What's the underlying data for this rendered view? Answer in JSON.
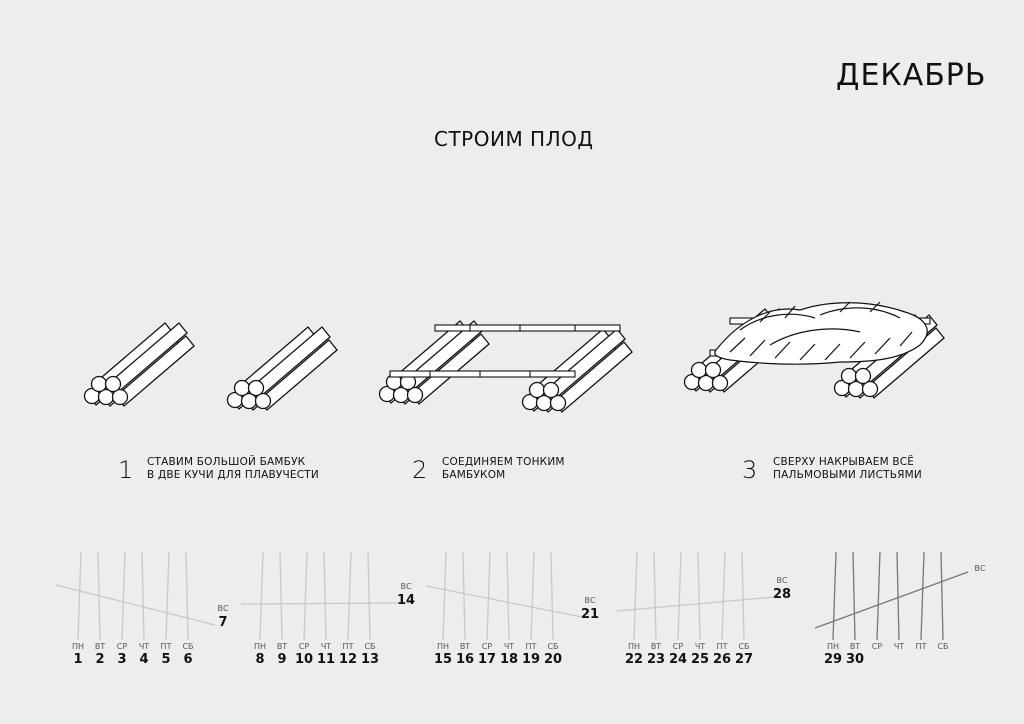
{
  "header": {
    "month": "ДЕКАБРЬ",
    "subtitle": "СТРОИМ ПЛОД"
  },
  "steps": [
    {
      "number": "1",
      "line1": "СТАВИМ БОЛЬШОЙ БАМБУК",
      "line2": "В ДВЕ КУЧИ ДЛЯ ПЛАВУЧЕСТИ"
    },
    {
      "number": "2",
      "line1": "СОЕДИНЯЕМ ТОНКИМ",
      "line2": "БАМБУКОМ"
    },
    {
      "number": "3",
      "line1": "СВЕРХУ НАКРЫВАЕМ ВСЁ",
      "line2": "ПАЛЬМОВЫМИ ЛИСТЬЯМИ"
    }
  ],
  "calendar": {
    "weeks": [
      {
        "labels": [
          "ПН",
          "ВТ",
          "СР",
          "ЧТ",
          "ПТ",
          "СБ"
        ],
        "days": [
          "1",
          "2",
          "3",
          "4",
          "5",
          "6"
        ],
        "sunday_label": "ВС",
        "sunday": "7"
      },
      {
        "labels": [
          "ПН",
          "ВТ",
          "СР",
          "ЧТ",
          "ПТ",
          "СБ"
        ],
        "days": [
          "8",
          "9",
          "10",
          "11",
          "12",
          "13"
        ],
        "sunday_label": "ВС",
        "sunday": "14"
      },
      {
        "labels": [
          "ПН",
          "ВТ",
          "СР",
          "ЧТ",
          "ПТ",
          "СБ"
        ],
        "days": [
          "15",
          "16",
          "17",
          "18",
          "19",
          "20"
        ],
        "sunday_label": "ВС",
        "sunday": "21"
      },
      {
        "labels": [
          "ПН",
          "ВТ",
          "СР",
          "ЧТ",
          "ПТ",
          "СБ"
        ],
        "days": [
          "22",
          "23",
          "24",
          "25",
          "26",
          "27"
        ],
        "sunday_label": "ВС",
        "sunday": "28"
      },
      {
        "labels": [
          "ПН",
          "ВТ",
          "СР",
          "ЧТ",
          "ПТ",
          "СБ"
        ],
        "days": [
          "29",
          "30",
          "",
          "",
          "",
          ""
        ],
        "sunday_label": "ВС",
        "sunday": ""
      }
    ]
  }
}
